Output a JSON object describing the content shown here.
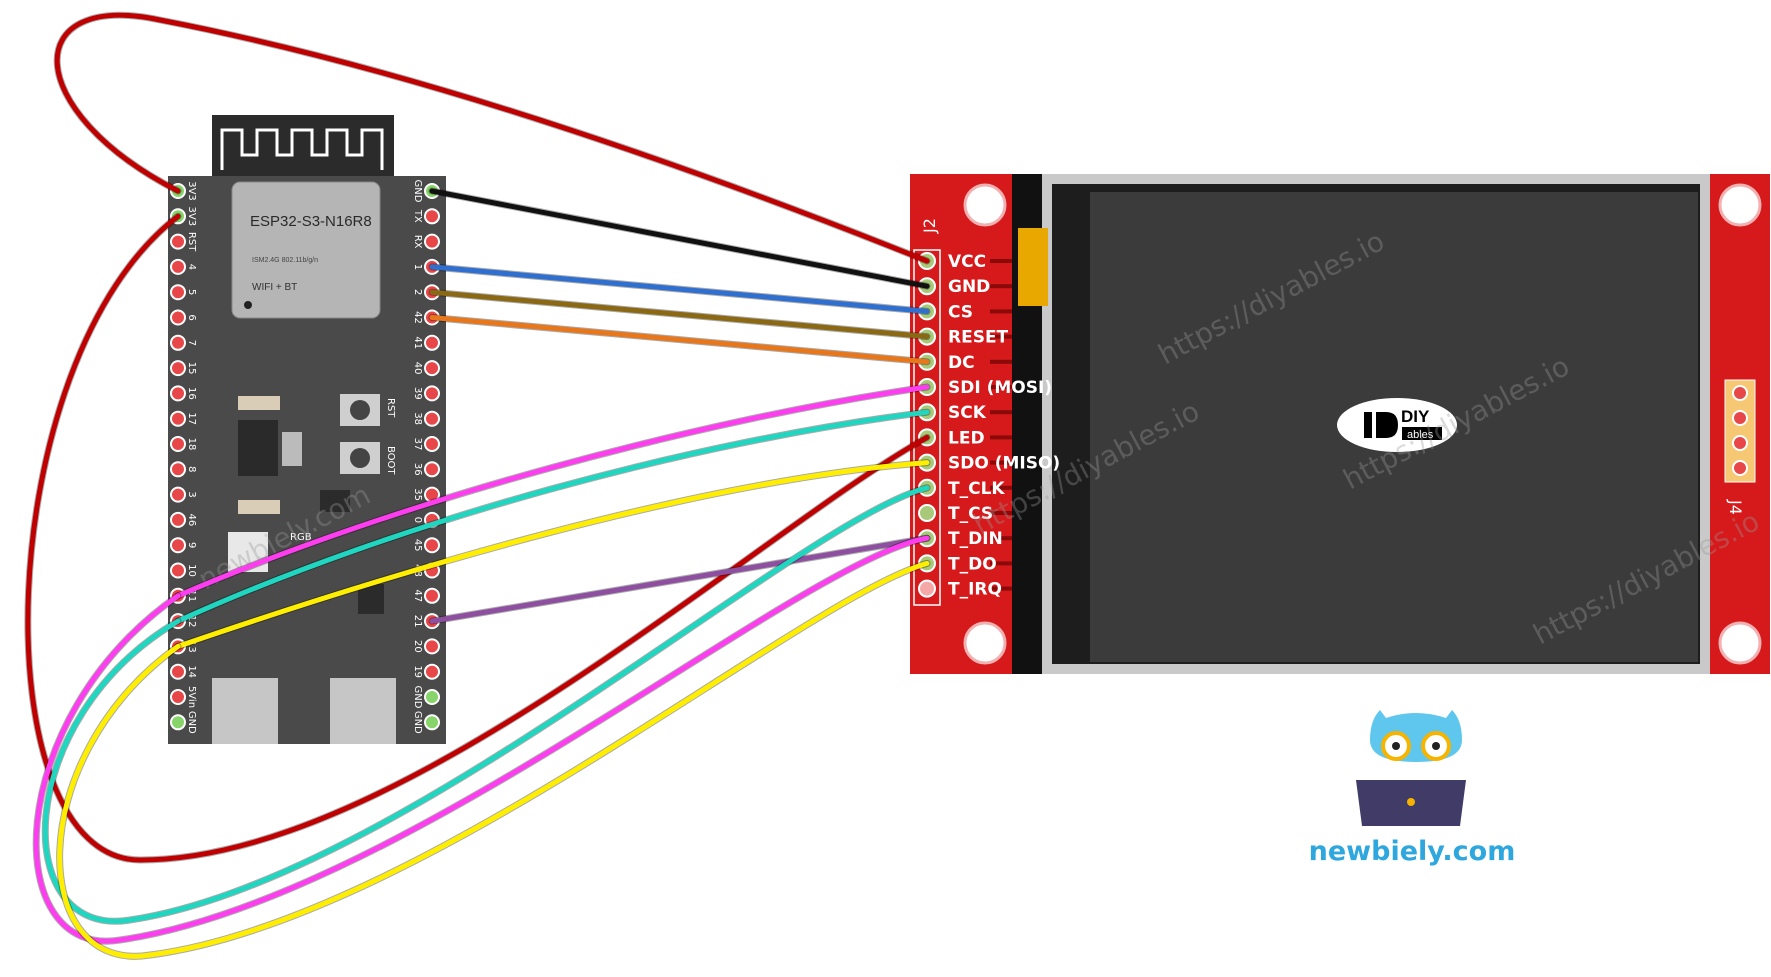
{
  "esp32": {
    "module_name": "ESP32-S3-N16R8",
    "module_line1": "ISM2.4G 802.11b/g/n",
    "module_line2": "WIFI + BT",
    "left_pins": [
      "3V3",
      "3V3",
      "RST",
      "4",
      "5",
      "6",
      "7",
      "15",
      "16",
      "17",
      "18",
      "8",
      "3",
      "46",
      "9",
      "10",
      "11",
      "12",
      "13",
      "14",
      "5Vin",
      "GND"
    ],
    "right_pins": [
      "GND",
      "TX",
      "RX",
      "1",
      "2",
      "42",
      "41",
      "40",
      "39",
      "38",
      "37",
      "36",
      "35",
      "0",
      "45",
      "48",
      "47",
      "21",
      "20",
      "19",
      "GND",
      "GND"
    ],
    "rst_label": "RST",
    "boot_label": "BOOT",
    "rgb_label": "RGB"
  },
  "display": {
    "header_label": "J2",
    "side_label": "J4",
    "pins": [
      "VCC",
      "GND",
      "CS",
      "RESET",
      "DC",
      "SDI (MOSI)",
      "SCK",
      "LED",
      "SDO (MISO)",
      "T_CLK",
      "T_CS",
      "T_DIN",
      "T_DO",
      "T_IRQ"
    ],
    "logo_top": "DIY",
    "logo_bottom": "ables"
  },
  "watermarks": [
    "https://diyables.io",
    "https://diyables.io",
    "https://diyables.io",
    "https://diyables.io",
    "newbiely.com"
  ],
  "brand": {
    "text": "newbiely.com",
    "color": "#2ea7de"
  },
  "wires": [
    {
      "from": "3V3",
      "to": "VCC",
      "color": "#c00000"
    },
    {
      "from": "3V3",
      "to": "LED",
      "color": "#c00000"
    },
    {
      "from": "GND",
      "to": "GND",
      "color": "#111111"
    },
    {
      "from": "1",
      "to": "CS",
      "color": "#2f6fd0"
    },
    {
      "from": "2",
      "to": "RESET",
      "color": "#8b6914"
    },
    {
      "from": "42",
      "to": "DC",
      "color": "#e8761a"
    },
    {
      "from": "11",
      "to": "SDI (MOSI)",
      "color": "#ff3df0"
    },
    {
      "from": "12",
      "to": "SCK",
      "color": "#1fd6c0"
    },
    {
      "from": "13",
      "to": "SDO (MISO)",
      "color": "#ffee00"
    },
    {
      "from": "12",
      "to": "T_CLK",
      "color": "#1fd6c0"
    },
    {
      "from": "21",
      "to": "T_DIN",
      "color": "#8e4fa0"
    },
    {
      "from": "11",
      "to": "T_DIN",
      "color": "#ff3df0"
    },
    {
      "from": "13",
      "to": "T_DO",
      "color": "#ffee00"
    }
  ]
}
